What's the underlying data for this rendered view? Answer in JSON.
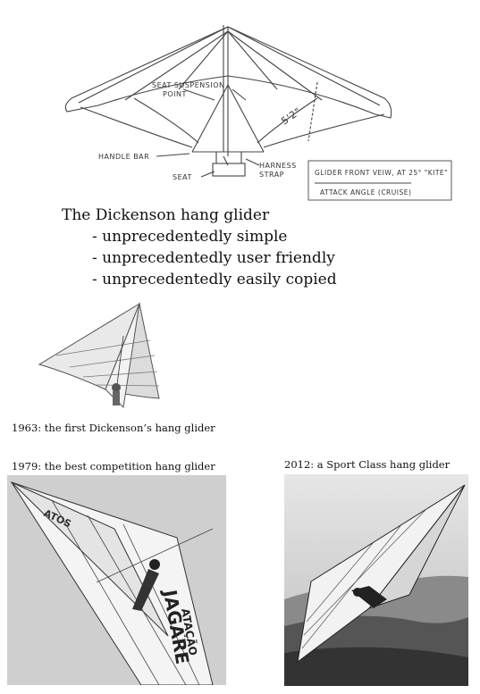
{
  "diagram": {
    "labels": {
      "seat_suspension_line1": "SEAT SUSPENSION",
      "seat_suspension_line2": "POINT",
      "height": "5'2\"",
      "handle_bar": "HANDLE BAR",
      "seat": "SEAT",
      "harness_line1": "HARNESS",
      "harness_line2": "STRAP",
      "caption_line1": "GLIDER FRONT VEIW, AT 25° \"KITE\"",
      "caption_line2": "ATTACK ANGLE (CRUISE)"
    }
  },
  "intro": {
    "title": "The Dickenson hang glider",
    "bullets": [
      "- unprecedentedly simple",
      "- unprecedentedly user friendly",
      "- unprecedentedly easily copied"
    ]
  },
  "photos": {
    "first": {
      "caption": "1963: the first Dickenson’s hang glider"
    },
    "competition": {
      "caption": "1979: the best competition hang glider",
      "sail_text_1": "JAGARE",
      "sail_text_2": "ATAÇÃO",
      "wing_text": "ATOS"
    },
    "sport": {
      "caption": "2012: a Sport Class hang glider"
    }
  }
}
